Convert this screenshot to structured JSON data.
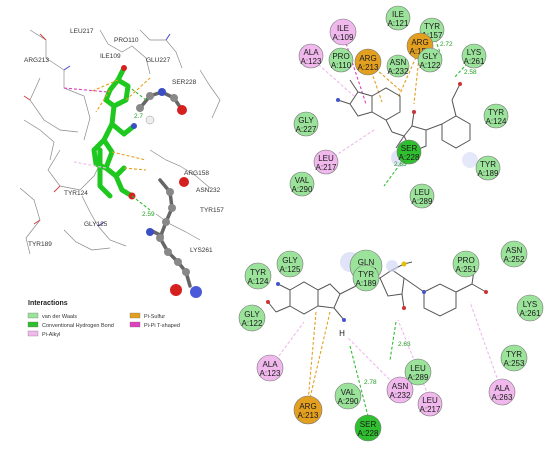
{
  "colors": {
    "vdw": "#9be29b",
    "hbond": "#2fbf2f",
    "pi_alkyl": "#f0b8ec",
    "pi_sulfur": "#e3a020",
    "pi_pi_t": "#e040c0"
  },
  "legend": {
    "title": "Interactions",
    "items": [
      {
        "label": "van der Waals",
        "color": "#9be29b"
      },
      {
        "label": "Conventional Hydrogen Bond",
        "color": "#2fbf2f"
      },
      {
        "label": "Pi-Alkyl",
        "color": "#f0b8ec"
      },
      {
        "label": "Pi-Sulfur",
        "color": "#e3a020"
      },
      {
        "label": "Pi-Pi T-shaped",
        "color": "#e040c0"
      }
    ]
  },
  "view3d": {
    "labels": [
      "LEU217",
      "ILE109",
      "PRO110",
      "GLU227",
      "ARG213",
      "SER228",
      "ARG158",
      "ASN232",
      "TYR157",
      "TYR124",
      "GLY125",
      "TYR189",
      "LYS261"
    ],
    "distances": [
      "2.7",
      "2.59"
    ]
  },
  "diagram_top": {
    "residues": [
      {
        "line1": "ILE",
        "line2": "A:109",
        "type": "pi_alkyl"
      },
      {
        "line1": "ILE",
        "line2": "A:121",
        "type": "vdw"
      },
      {
        "line1": "TYR",
        "line2": "A:157",
        "type": "vdw"
      },
      {
        "line1": "ALA",
        "line2": "A:123",
        "type": "pi_alkyl"
      },
      {
        "line1": "PRO",
        "line2": "A:110",
        "type": "vdw"
      },
      {
        "line1": "ARG",
        "line2": "A:213",
        "type": "pi_sulfur"
      },
      {
        "line1": "ARG",
        "line2": "A:158",
        "type": "pi_sulfur"
      },
      {
        "line1": "ASN",
        "line2": "A:232",
        "type": "vdw"
      },
      {
        "line1": "GLY",
        "line2": "A:122",
        "type": "vdw"
      },
      {
        "line1": "LYS",
        "line2": "A:261",
        "type": "vdw"
      },
      {
        "line1": "GLY",
        "line2": "A:227",
        "type": "vdw"
      },
      {
        "line1": "TYR",
        "line2": "A:124",
        "type": "vdw"
      },
      {
        "line1": "LEU",
        "line2": "A:217",
        "type": "pi_alkyl"
      },
      {
        "line1": "VAL",
        "line2": "A:290",
        "type": "vdw"
      },
      {
        "line1": "TYR",
        "line2": "A:189",
        "type": "vdw"
      },
      {
        "line1": "SER",
        "line2": "A:228",
        "type": "hbond"
      },
      {
        "line1": "LEU",
        "line2": "A:289",
        "type": "vdw"
      }
    ],
    "distances": [
      "2.72",
      "2.58",
      "2.65"
    ]
  },
  "diagram_bottom": {
    "residues": [
      {
        "line1": "GLN",
        "line2": "A:287",
        "type": "vdw"
      },
      {
        "line1": "PRO",
        "line2": "A:251",
        "type": "vdw"
      },
      {
        "line1": "GLY",
        "line2": "A:125",
        "type": "vdw"
      },
      {
        "line1": "ASN",
        "line2": "A:252",
        "type": "vdw"
      },
      {
        "line1": "TYR",
        "line2": "A:124",
        "type": "vdw"
      },
      {
        "line1": "TYR",
        "line2": "A:189",
        "type": "vdw"
      },
      {
        "line1": "GLY",
        "line2": "A:122",
        "type": "vdw"
      },
      {
        "line1": "LYS",
        "line2": "A:261",
        "type": "vdw"
      },
      {
        "line1": "TYR",
        "line2": "A:253",
        "type": "vdw"
      },
      {
        "line1": "LEU",
        "line2": "A:289",
        "type": "vdw"
      },
      {
        "line1": "ALA",
        "line2": "A:123",
        "type": "pi_alkyl"
      },
      {
        "line1": "ASN",
        "line2": "A:232",
        "type": "pi_alkyl"
      },
      {
        "line1": "ALA",
        "line2": "A:263",
        "type": "pi_alkyl"
      },
      {
        "line1": "VAL",
        "line2": "A:290",
        "type": "vdw"
      },
      {
        "line1": "ARG",
        "line2": "A:213",
        "type": "pi_sulfur"
      },
      {
        "line1": "SER",
        "line2": "A:228",
        "type": "hbond"
      },
      {
        "line1": "LEU",
        "line2": "A:217",
        "type": "pi_alkyl"
      }
    ],
    "distances": [
      "2.63",
      "2.78"
    ]
  }
}
